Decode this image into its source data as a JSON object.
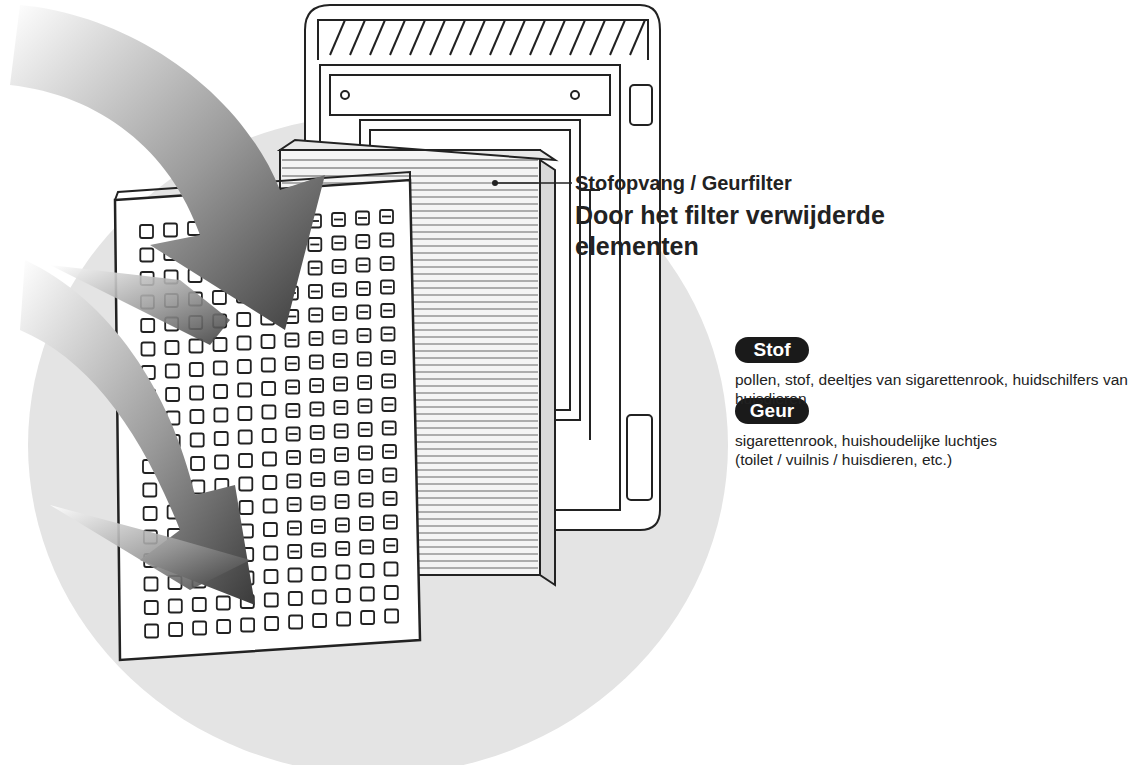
{
  "diagram": {
    "nodes": [
      {
        "text": [
          "Stof"
        ]
      },
      {
        "text": [
          "Geur"
        ]
      }
    ],
    "labels": [
      "Stofopvang / Geurfilter",
      "Door het filter verwijderde elementen",
      "pollen, stof, deeltjes van sigarettenrook, huidschilfers van huisdieren",
      "sigarettenrook, huishoudelijke luchtjes (toilet / vuilnis / huisdieren, etc.)"
    ]
  }
}
